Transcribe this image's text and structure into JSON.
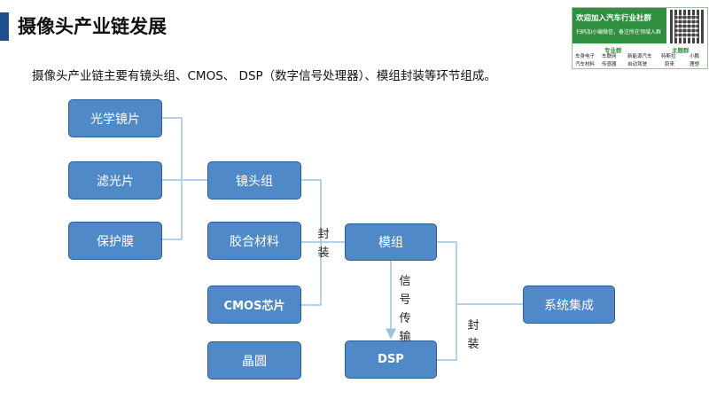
{
  "page": {
    "title": "摄像头产业链发展",
    "subtitle": "摄像头产业链主要有镜头组、CMOS、 DSP（数字信号处理器）、模组封装等环节组成。"
  },
  "ad": {
    "title": "欢迎加入汽车行业社群",
    "subtitle": "扫码加小编微信，备注所在领域入群",
    "col_headers": [
      "专业群",
      "主题群"
    ],
    "rows": [
      [
        "车身电子",
        "车联网",
        "新能源汽车",
        "特斯拉",
        "小鹏"
      ],
      [
        "汽车材料",
        "传感器",
        "自动驾驶",
        "蔚来",
        "理想"
      ]
    ]
  },
  "diagram": {
    "nodes": {
      "optical_lens": "光学镜片",
      "filter": "滤光片",
      "protective_film": "保护膜",
      "lens_group": "镜头组",
      "adhesive": "胶合材料",
      "cmos_chip": "CMOS芯片",
      "wafer": "晶圆",
      "module": "模组",
      "dsp": "DSP",
      "system_integration": "系统集成"
    },
    "edge_labels": {
      "package_1": "封装",
      "signal": "信号传输",
      "package_2": "封装"
    },
    "line_color": "#9cc3e6",
    "box_color": "#4f89c8"
  }
}
